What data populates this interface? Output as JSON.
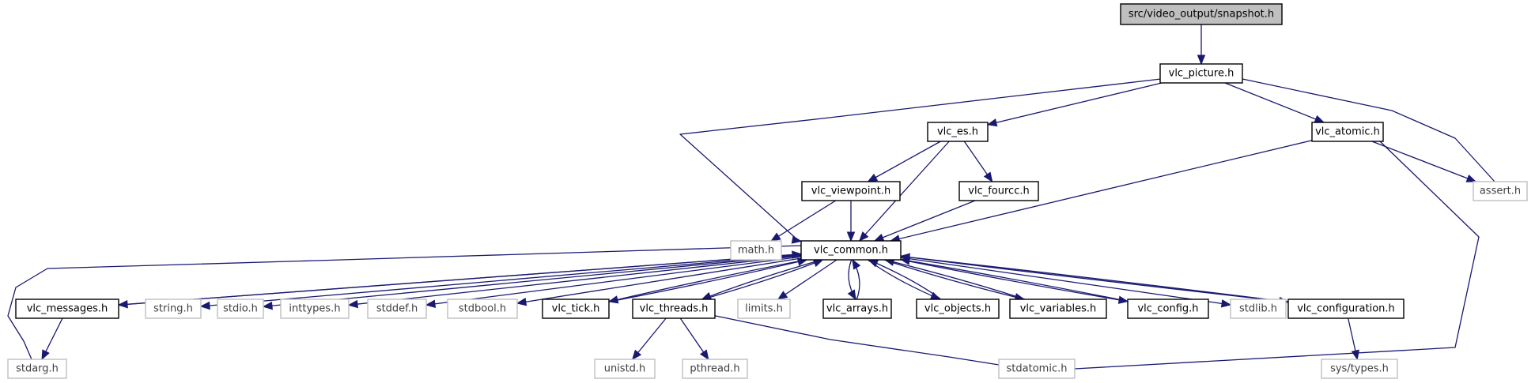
{
  "graph": {
    "root": "src/video_output/snapshot.h",
    "local_headers": [
      "vlc_picture.h",
      "vlc_es.h",
      "vlc_atomic.h",
      "vlc_viewpoint.h",
      "vlc_fourcc.h",
      "vlc_common.h",
      "vlc_messages.h",
      "vlc_tick.h",
      "vlc_threads.h",
      "vlc_arrays.h",
      "vlc_objects.h",
      "vlc_variables.h",
      "vlc_config.h",
      "vlc_configuration.h"
    ],
    "system_headers": [
      "assert.h",
      "math.h",
      "string.h",
      "stdio.h",
      "inttypes.h",
      "stddef.h",
      "stdbool.h",
      "limits.h",
      "stdlib.h",
      "stdarg.h",
      "unistd.h",
      "pthread.h",
      "stdatomic.h",
      "sys/types.h"
    ],
    "includes": [
      [
        "src/video_output/snapshot.h",
        "vlc_picture.h"
      ],
      [
        "vlc_picture.h",
        "vlc_common.h"
      ],
      [
        "vlc_picture.h",
        "vlc_es.h"
      ],
      [
        "vlc_picture.h",
        "vlc_atomic.h"
      ],
      [
        "vlc_picture.h",
        "assert.h"
      ],
      [
        "vlc_es.h",
        "vlc_viewpoint.h"
      ],
      [
        "vlc_es.h",
        "vlc_fourcc.h"
      ],
      [
        "vlc_es.h",
        "vlc_common.h"
      ],
      [
        "vlc_atomic.h",
        "vlc_common.h"
      ],
      [
        "vlc_atomic.h",
        "assert.h"
      ],
      [
        "vlc_atomic.h",
        "stdatomic.h"
      ],
      [
        "vlc_viewpoint.h",
        "math.h"
      ],
      [
        "vlc_viewpoint.h",
        "vlc_common.h"
      ],
      [
        "vlc_fourcc.h",
        "vlc_common.h"
      ],
      [
        "vlc_common.h",
        "stdarg.h"
      ],
      [
        "vlc_common.h",
        "vlc_messages.h"
      ],
      [
        "vlc_common.h",
        "string.h"
      ],
      [
        "vlc_common.h",
        "stdio.h"
      ],
      [
        "vlc_common.h",
        "inttypes.h"
      ],
      [
        "vlc_common.h",
        "stddef.h"
      ],
      [
        "vlc_common.h",
        "stdbool.h"
      ],
      [
        "vlc_common.h",
        "vlc_tick.h"
      ],
      [
        "vlc_common.h",
        "vlc_threads.h"
      ],
      [
        "vlc_common.h",
        "limits.h"
      ],
      [
        "vlc_common.h",
        "vlc_arrays.h"
      ],
      [
        "vlc_common.h",
        "vlc_objects.h"
      ],
      [
        "vlc_common.h",
        "vlc_variables.h"
      ],
      [
        "vlc_common.h",
        "vlc_config.h"
      ],
      [
        "vlc_common.h",
        "stdlib.h"
      ],
      [
        "vlc_common.h",
        "vlc_configuration.h"
      ],
      [
        "vlc_messages.h",
        "vlc_common.h"
      ],
      [
        "vlc_messages.h",
        "stdarg.h"
      ],
      [
        "vlc_tick.h",
        "vlc_common.h"
      ],
      [
        "vlc_threads.h",
        "vlc_common.h"
      ],
      [
        "vlc_threads.h",
        "unistd.h"
      ],
      [
        "vlc_threads.h",
        "pthread.h"
      ],
      [
        "vlc_threads.h",
        "stdatomic.h"
      ],
      [
        "vlc_arrays.h",
        "vlc_common.h"
      ],
      [
        "vlc_objects.h",
        "vlc_common.h"
      ],
      [
        "vlc_variables.h",
        "vlc_common.h"
      ],
      [
        "vlc_config.h",
        "vlc_common.h"
      ],
      [
        "vlc_configuration.h",
        "vlc_common.h"
      ],
      [
        "vlc_configuration.h",
        "sys/types.h"
      ]
    ]
  }
}
